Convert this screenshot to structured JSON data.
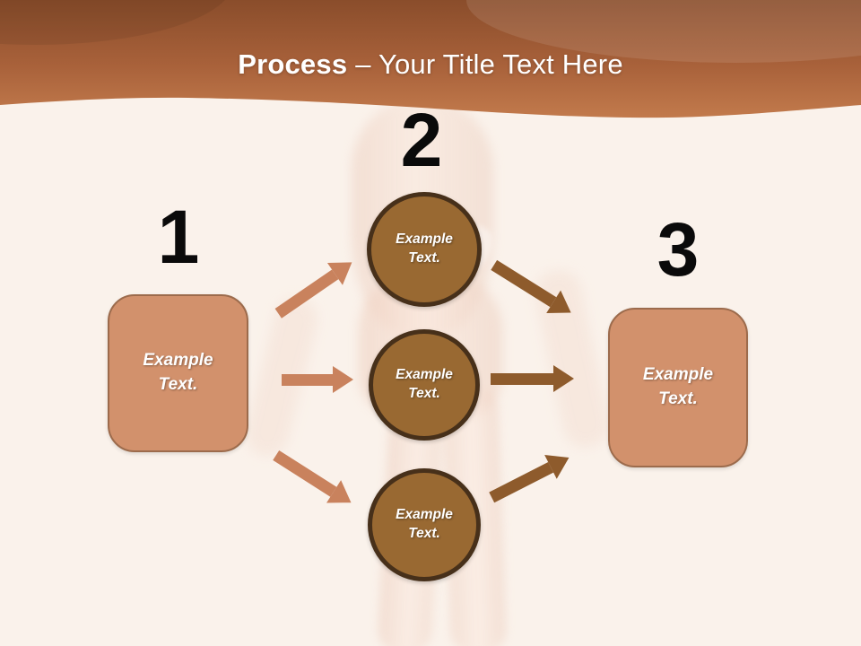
{
  "slide": {
    "title": {
      "bold": "Process",
      "rest": "– Your Title Text Here"
    }
  },
  "steps": [
    {
      "number": "1",
      "box_label": "Example Text."
    },
    {
      "number": "2"
    },
    {
      "number": "3",
      "box_label": "Example Text."
    }
  ],
  "circles": [
    {
      "label": "Example Text."
    },
    {
      "label": "Example Text."
    },
    {
      "label": "Example Text."
    }
  ],
  "colors": {
    "background": "#FAF2EB",
    "band_top": "#8A4D2B",
    "band_mid": "#A8613A",
    "band_bottom": "#C27A4C",
    "box_fill": "#D2916C",
    "box_border": "#9C6B4C",
    "circle_fill": "#996932",
    "circle_border": "#47301A",
    "arrow_left": "#C9825D",
    "arrow_right": "#8E5B2C",
    "number_color": "#0A0A0A",
    "text_color": "#FFFFFF"
  }
}
